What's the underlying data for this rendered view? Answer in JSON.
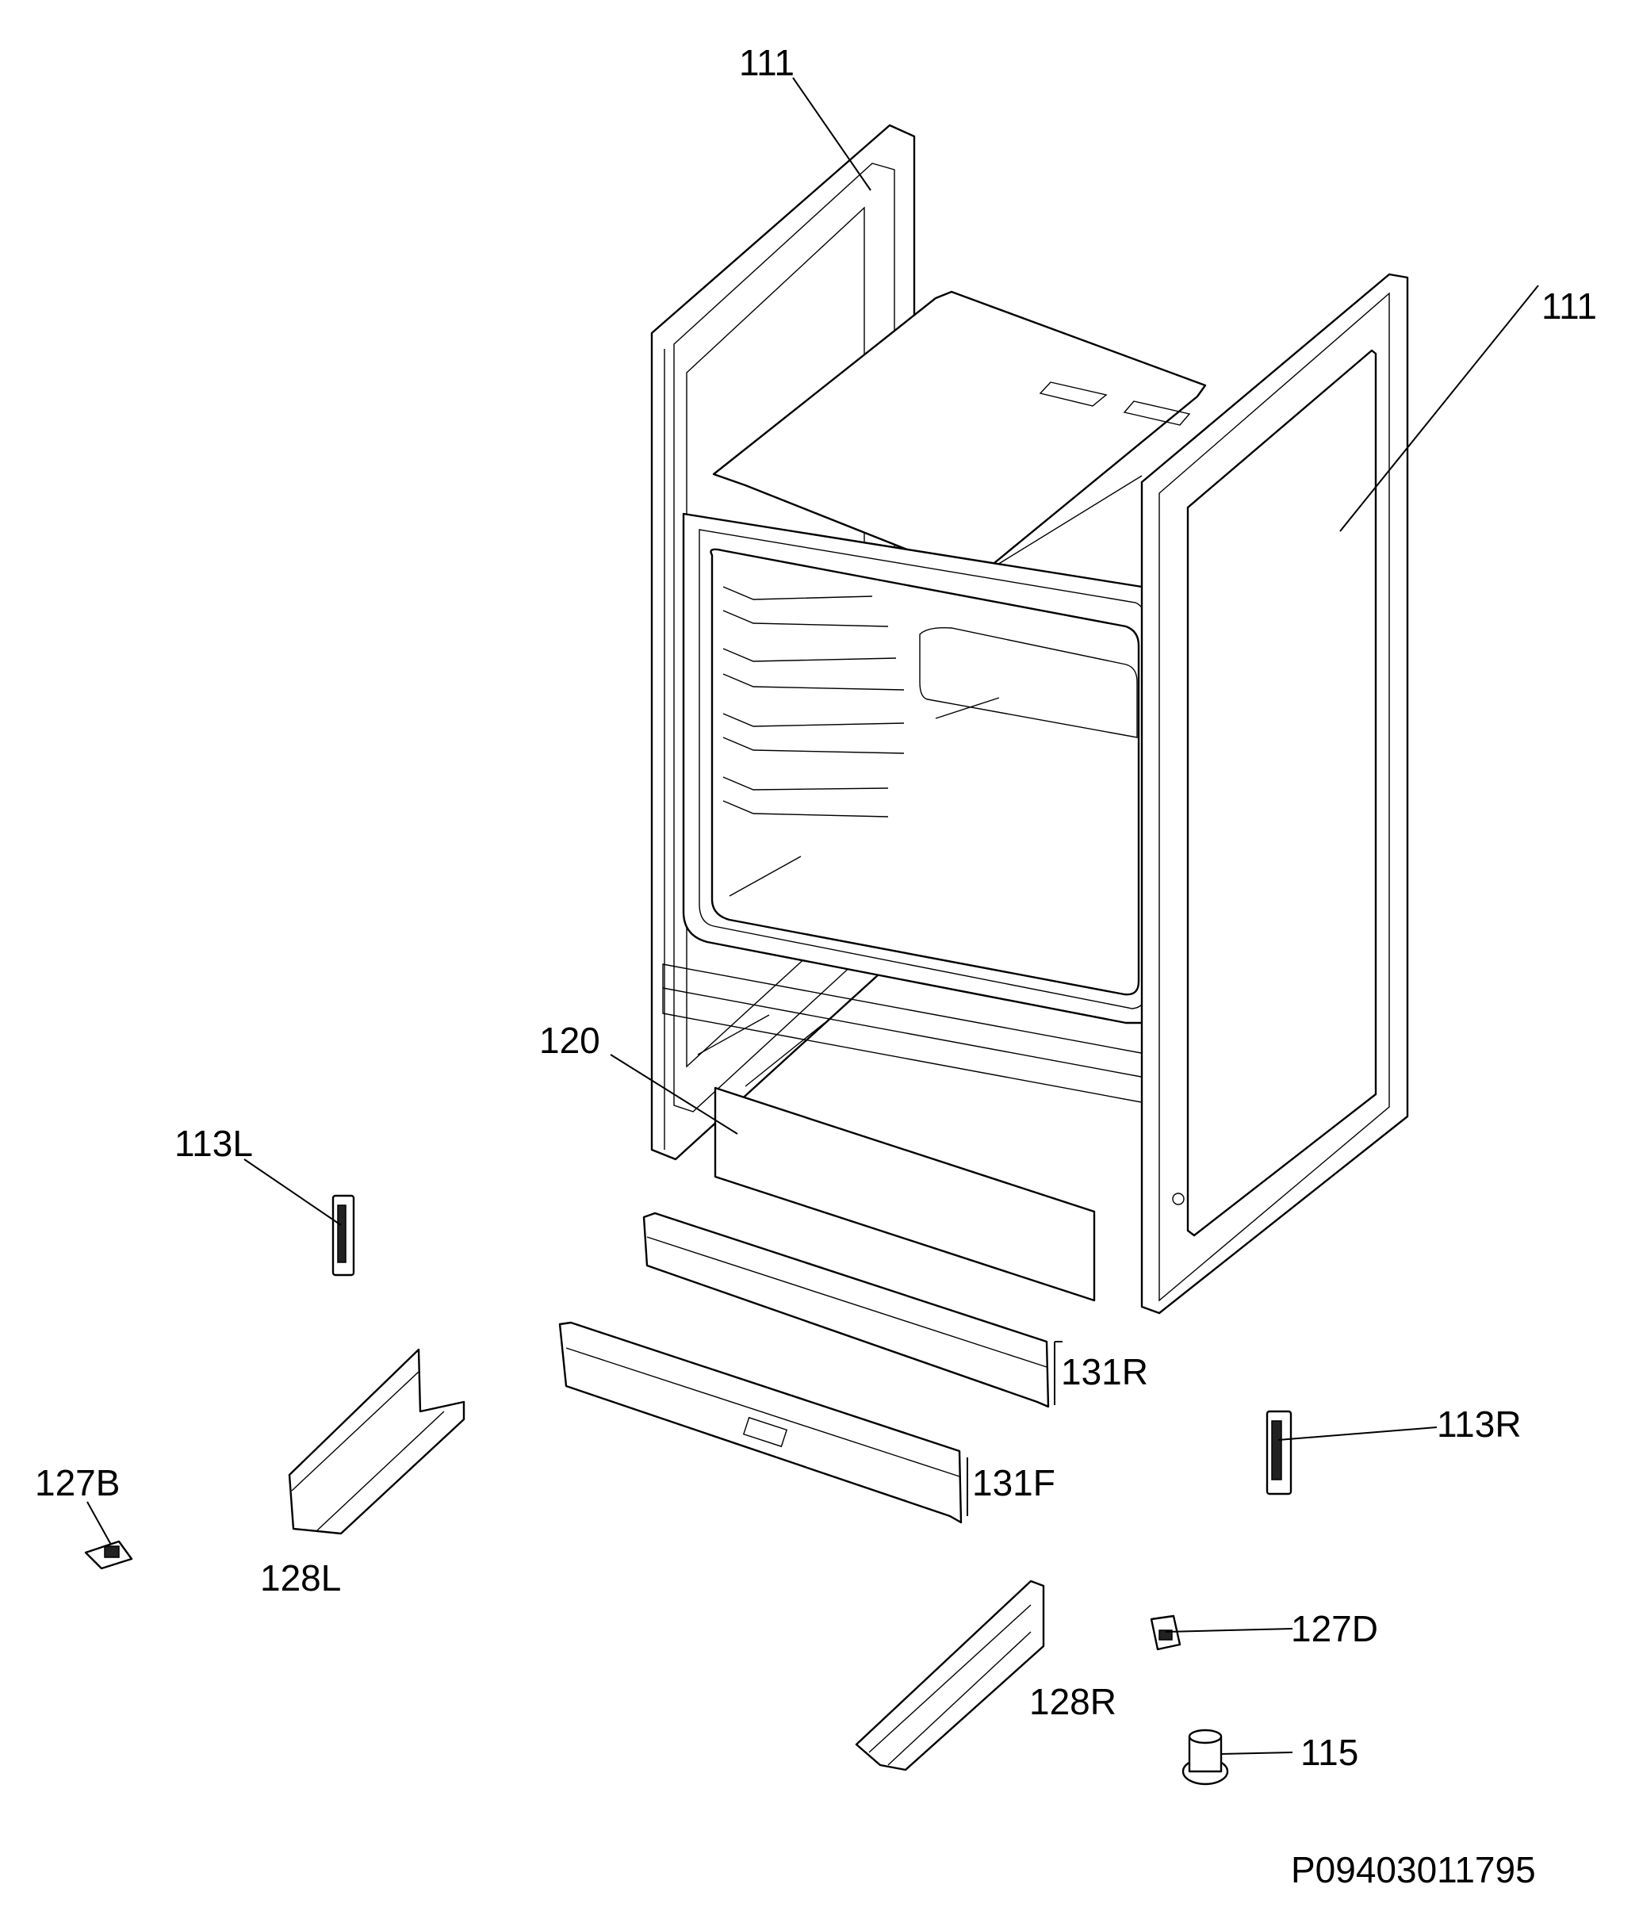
{
  "diagram_title": "",
  "document_code": "P09403011795",
  "part_labels": {
    "side_panel_top": "111",
    "side_panel_right": "111",
    "drawer_front": "120",
    "hinge_left": "113L",
    "hinge_right": "113R",
    "rail_rear": "131R",
    "rail_front": "131F",
    "runner_left": "128L",
    "runner_right": "128R",
    "clip_b": "127B",
    "clip_d": "127D",
    "foot": "115"
  }
}
